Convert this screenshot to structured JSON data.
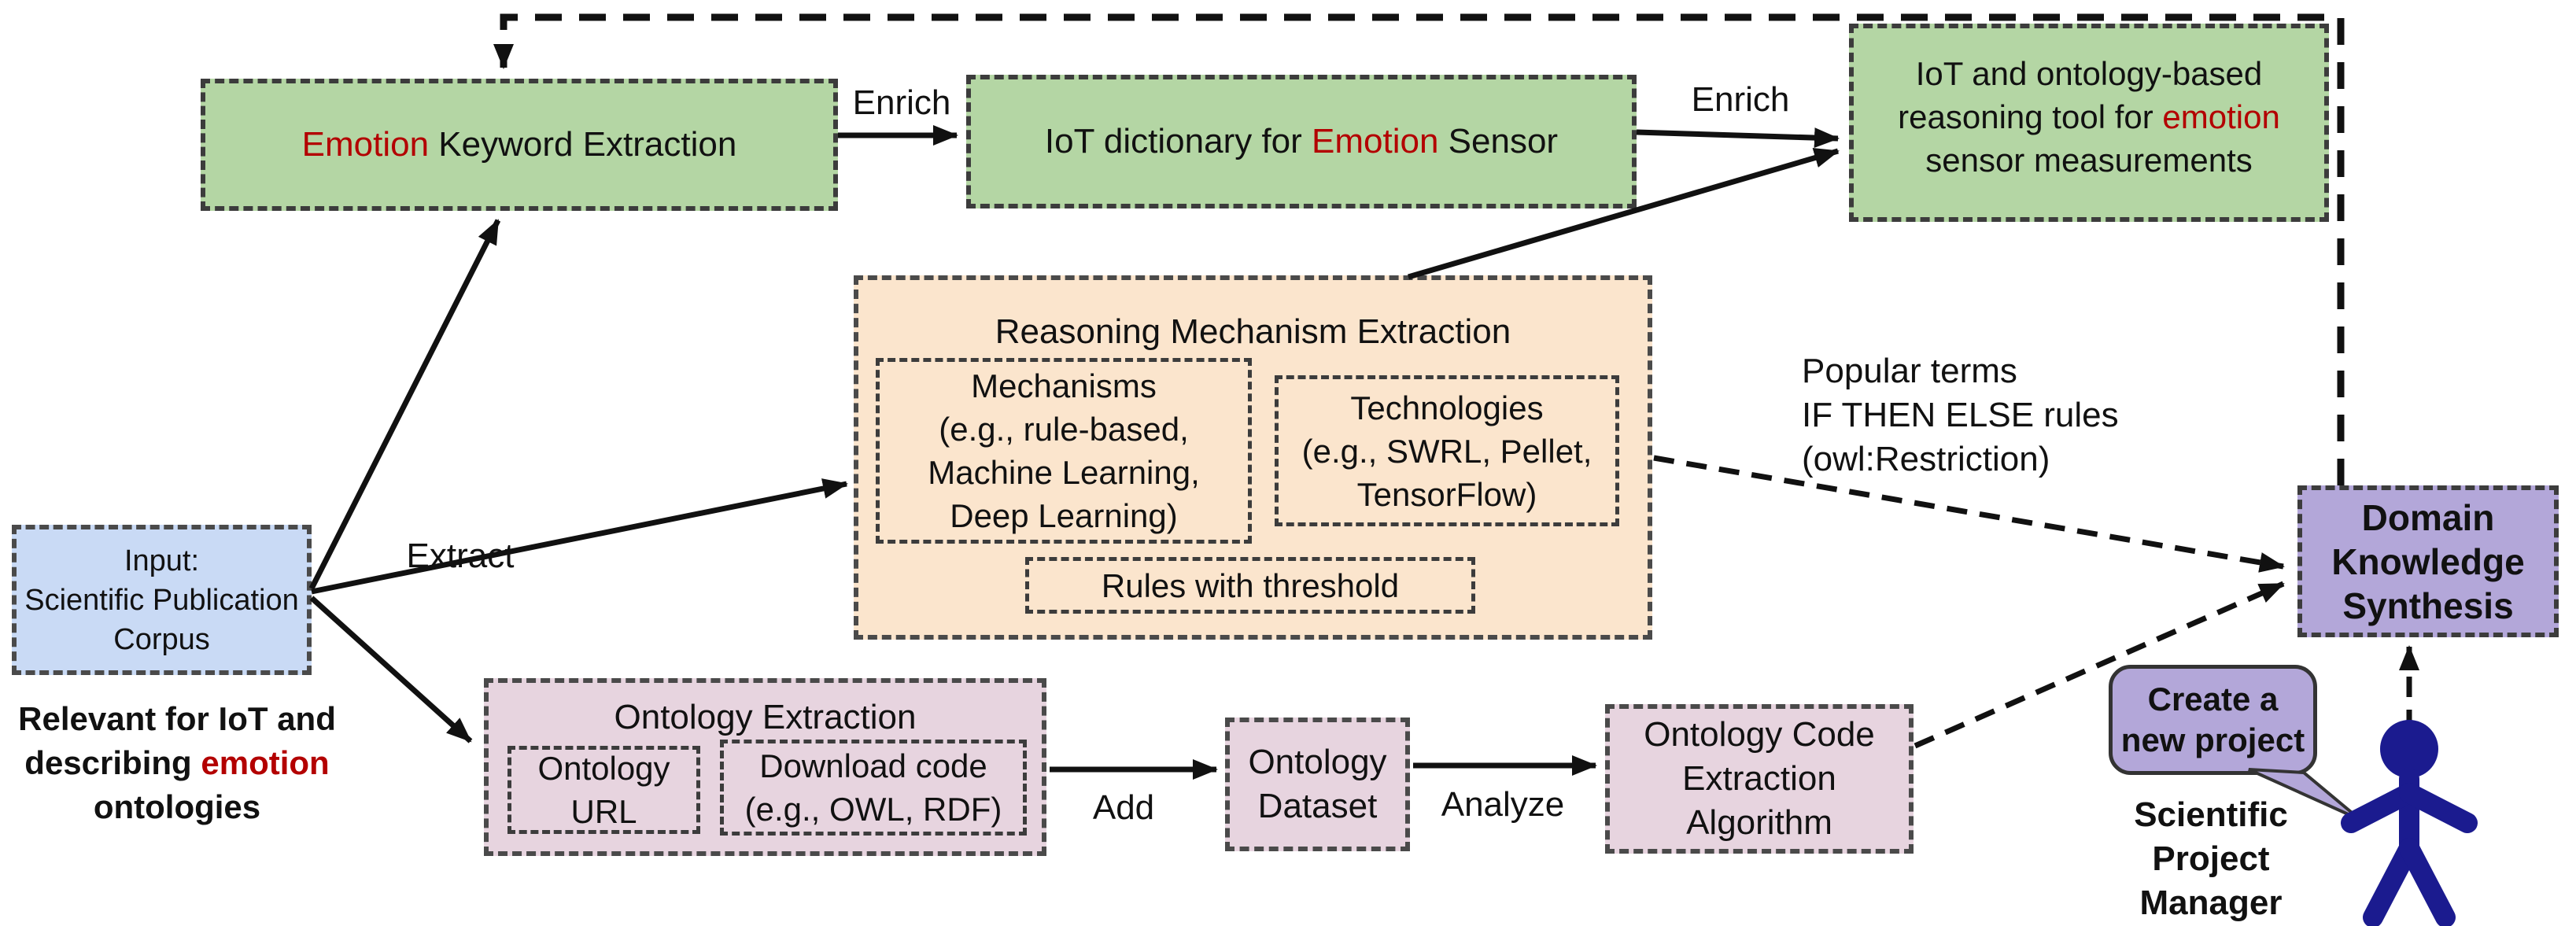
{
  "colors": {
    "green": "#b4d6a4",
    "orange": "#fbe5cd",
    "blue": "#c9daf5",
    "pink": "#e7d4df",
    "purple": "#b3a7d9",
    "red": "#b30000",
    "navy": "#1b1b8f",
    "ink": "#1a1a1a"
  },
  "nodes": {
    "emotion_keyword_extraction": {
      "red": "Emotion",
      "rest": " Keyword Extraction"
    },
    "iot_dictionary": {
      "pre": "IoT dictionary for ",
      "red": "Emotion",
      "post": " Sensor"
    },
    "reasoning_tool": {
      "line1": "IoT and ontology-based",
      "line2_pre": "reasoning tool for ",
      "line2_red": "emotion",
      "line3": "sensor measurements"
    },
    "reasoning_mechanism_extraction": {
      "title": "Reasoning Mechanism Extraction",
      "mechanisms": {
        "lines": [
          "Mechanisms",
          "(e.g., rule-based,",
          "Machine Learning,",
          "Deep Learning)"
        ]
      },
      "technologies": {
        "lines": [
          "Technologies",
          "(e.g., SWRL, Pellet,",
          "TensorFlow)"
        ]
      },
      "rules": "Rules with threshold"
    },
    "input_corpus": {
      "lines": [
        "Input:",
        "Scientific Publication",
        "Corpus"
      ]
    },
    "ontology_extraction": {
      "title": "Ontology Extraction",
      "ontology_url": {
        "lines": [
          "Ontology",
          "URL"
        ]
      },
      "download_code": {
        "lines": [
          "Download code",
          "(e.g., OWL, RDF)"
        ]
      }
    },
    "ontology_dataset": {
      "lines": [
        "Ontology",
        "Dataset"
      ]
    },
    "ontology_code_algorithm": {
      "lines": [
        "Ontology Code",
        "Extraction",
        "Algorithm"
      ]
    },
    "domain_knowledge_synthesis": {
      "lines": [
        "Domain",
        "Knowledge",
        "Synthesis"
      ]
    }
  },
  "edge_labels": {
    "enrich_1": "Enrich",
    "enrich_2": "Enrich",
    "extract": "Extract",
    "add": "Add",
    "analyze": "Analyze"
  },
  "annotations": {
    "corpus_note": {
      "line1": "Relevant for IoT and",
      "line2_pre": "describing ",
      "line2_red": "emotion",
      "line3": "ontologies"
    },
    "popular_terms": {
      "lines": [
        "Popular terms",
        "IF THEN ELSE rules",
        "(owl:Restriction)"
      ]
    },
    "speech_bubble": {
      "lines": [
        "Create a",
        "new project"
      ]
    },
    "actor_label": {
      "lines": [
        "Scientific",
        "Project",
        "Manager"
      ]
    }
  }
}
